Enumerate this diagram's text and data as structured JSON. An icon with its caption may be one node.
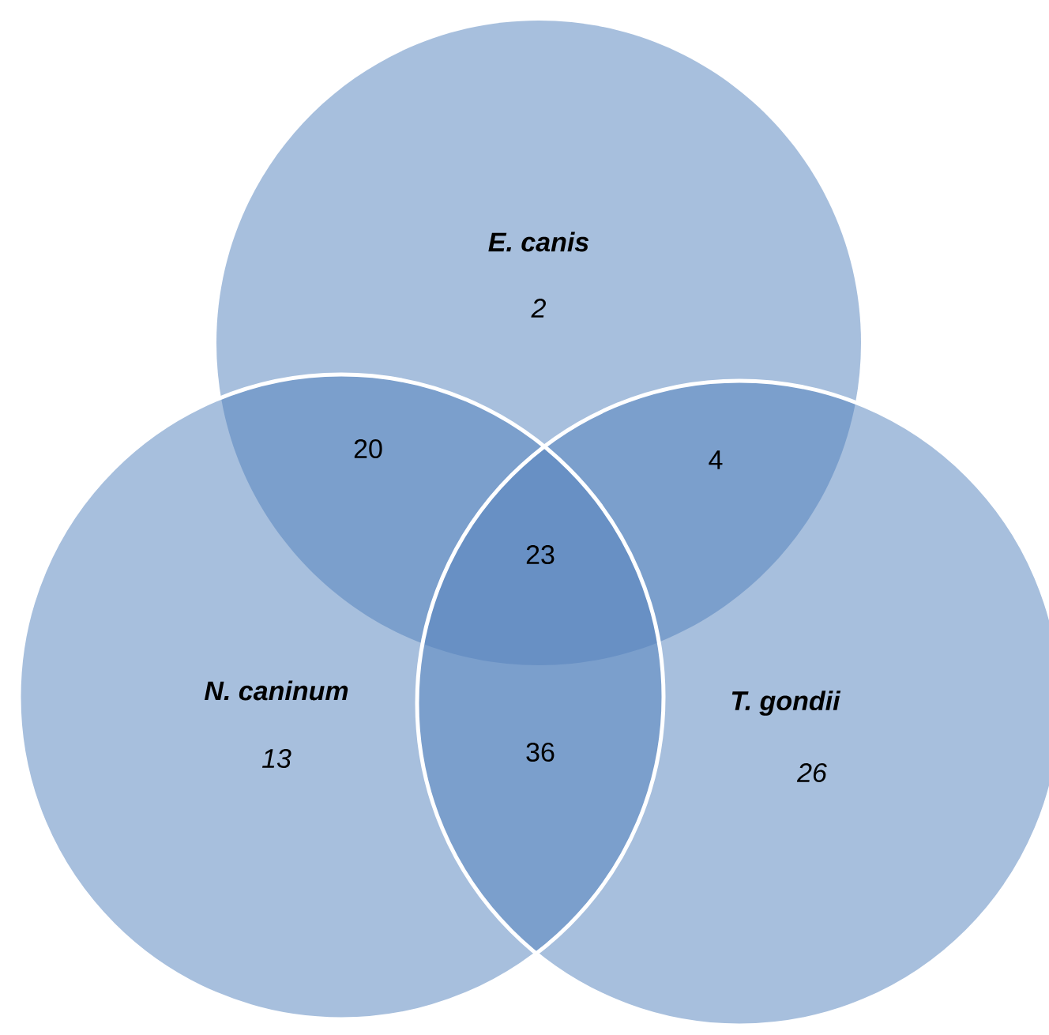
{
  "diagram": {
    "nodes": [
      {
        "text": [
          "E. canis",
          "2"
        ]
      },
      {
        "text": [
          "N. caninum",
          "13"
        ]
      },
      {
        "text": [
          "T. gondii",
          "26"
        ]
      }
    ],
    "labels": [
      "20",
      "4",
      "23",
      "36"
    ]
  }
}
